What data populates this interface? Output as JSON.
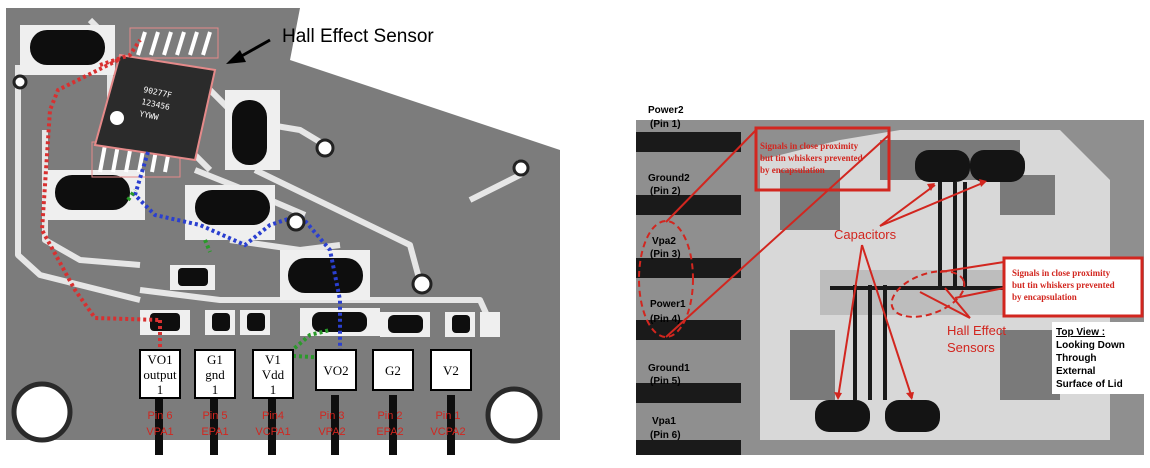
{
  "left_panel": {
    "callout": "Hall Effect Sensor",
    "chip_marking": [
      "90277F",
      "123456",
      "YYWW"
    ],
    "pins": [
      {
        "box": [
          "VO1",
          "output",
          "1"
        ],
        "pin": "Pin 6",
        "signal": "VPA1"
      },
      {
        "box": [
          "G1",
          "gnd",
          "1"
        ],
        "pin": "Pin 5",
        "signal": "EPA1"
      },
      {
        "box": [
          "V1",
          "Vdd",
          "1"
        ],
        "pin": "Pin4",
        "signal": "VCPA1"
      },
      {
        "box": [
          "VO2"
        ],
        "pin": "Pin 3",
        "signal": "VPA2"
      },
      {
        "box": [
          "G2"
        ],
        "pin": "Pin 2",
        "signal": "EPA2"
      },
      {
        "box": [
          "V2"
        ],
        "pin": "Pin 1",
        "signal": "VCPA2"
      }
    ]
  },
  "right_panel": {
    "pins": [
      {
        "name": "Power2",
        "num": "(Pin 1)"
      },
      {
        "name": "Ground2",
        "num": "(Pin 2)"
      },
      {
        "name": "Vpa2",
        "num": "(Pin 3)"
      },
      {
        "name": "Power1",
        "num": "(Pin 4)"
      },
      {
        "name": "Ground1",
        "num": "(Pin 5)"
      },
      {
        "name": "Vpa1",
        "num": "(Pin 6)"
      }
    ],
    "note_top": [
      "Signals in close proximity",
      "but tin whiskers prevented",
      "by encapsulation"
    ],
    "note_right": [
      "Signals in close proximity",
      "but tin whiskers prevented",
      "by encapsulation"
    ],
    "capacitors_label": "Capacitors",
    "sensors_label": [
      "Hall Effect",
      "Sensors"
    ],
    "top_view": [
      "Top View :",
      "Looking Down",
      "Through",
      "External",
      "Surface of Lid"
    ],
    "colors": {
      "annotation": "#d2261f",
      "trace_red": "#d83030",
      "trace_blue": "#2a3fd0",
      "trace_green": "#2a9a2a"
    }
  }
}
